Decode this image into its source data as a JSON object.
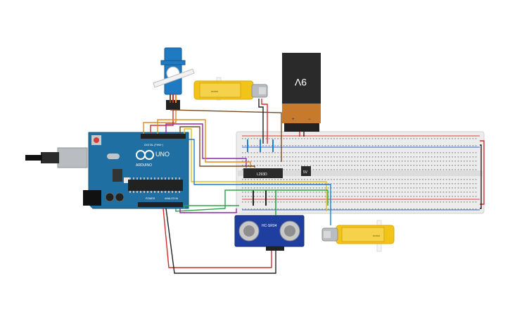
{
  "arduino": {
    "brand": "ARDUINO",
    "model": "UNO",
    "digital_header": "DIGITAL (PWM~)",
    "power_header": "POWER",
    "analog_header": "ANALOG IN"
  },
  "battery": {
    "label": "9V",
    "plus": "+",
    "minus": "−"
  },
  "driver_ic": {
    "label": "L293D"
  },
  "regulator": {
    "label": "5V"
  },
  "ultrasonic": {
    "label": "HC-SR04"
  },
  "motor_top": {
    "label": "motor"
  },
  "motor_bottom": {
    "label": "motor"
  },
  "colors": {
    "board_blue": "#1f6fa3",
    "breadboard": "#ececec",
    "rail_red": "#e23b3b",
    "rail_blue": "#3a66c7",
    "motor_yellow": "#f2c417",
    "battery_black": "#2a2a2a",
    "battery_copper": "#c77a2c",
    "wire_red": "#d62a2a",
    "wire_black": "#222222",
    "wire_green": "#2ea34a",
    "wire_purple": "#8a2aa6",
    "wire_orange": "#e58a1c",
    "wire_blue": "#1b7fd6",
    "wire_brown": "#7a4a1e",
    "wire_yellow": "#e2c21c"
  }
}
